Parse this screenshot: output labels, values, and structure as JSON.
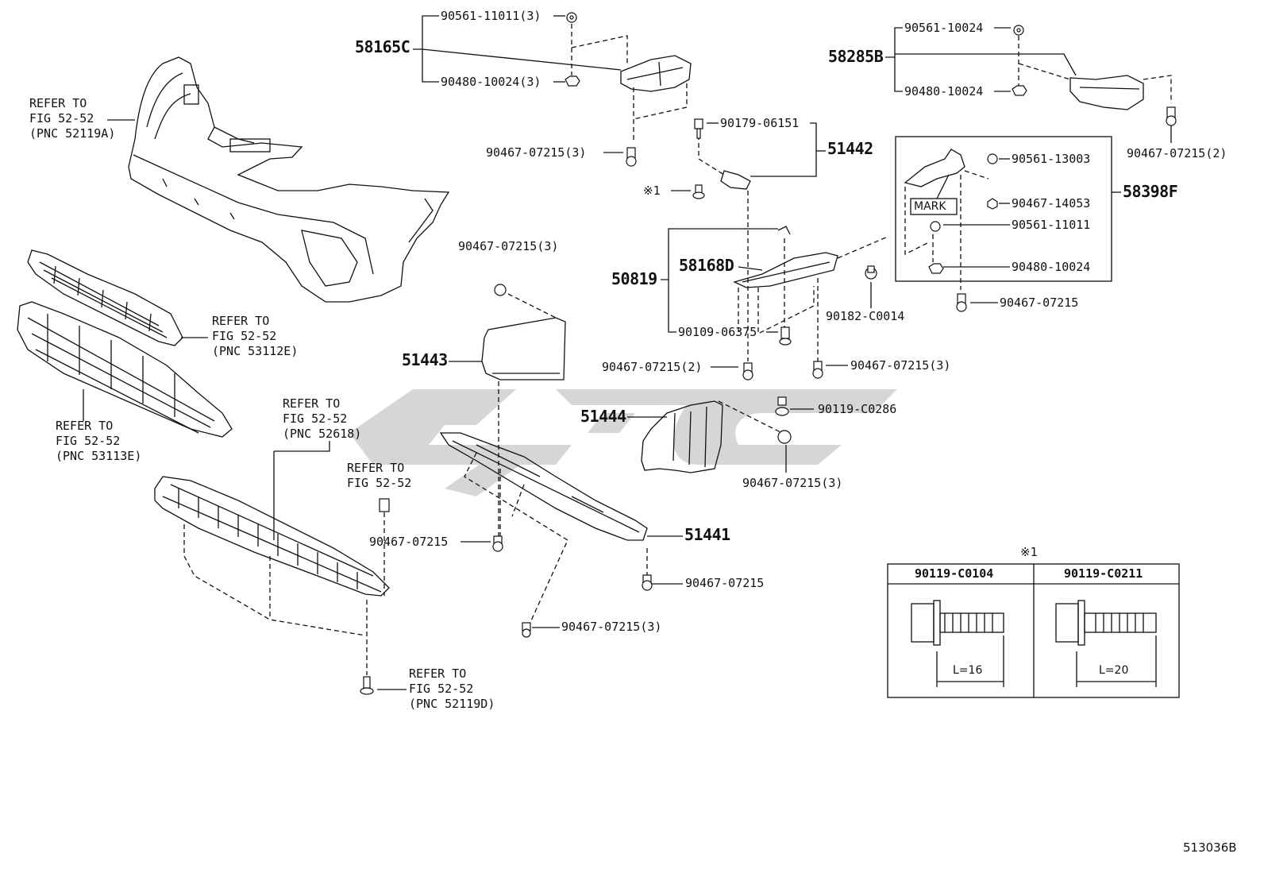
{
  "watermark": {
    "color": "#c9c9c9",
    "name": "watermark-logo"
  },
  "diagram_code": "513036B",
  "assemblies": {
    "a58165C": "58165C",
    "a58285B": "58285B",
    "a51442": "51442",
    "a50819": "50819",
    "a58168D": "58168D",
    "a58398F": "58398F",
    "a51443": "51443",
    "a51444": "51444",
    "a51441": "51441"
  },
  "parts": {
    "p1": "90561-11011(3)",
    "p2": "90480-10024(3)",
    "p3": "90467-07215(3)",
    "p4": "90561-10024",
    "p5": "90480-10024",
    "p6": "90467-07215(2)",
    "p7": "90179-06151",
    "p8": "※1",
    "p9": "90561-13003",
    "p10": "90467-14053",
    "p11": "90561-11011",
    "p12": "90480-10024",
    "p13": "90467-07215",
    "p14": "90182-C0014",
    "p15": "90467-07215(3)",
    "p16": "90109-06375",
    "p17": "90467-07215(2)",
    "p18": "90467-07215(3)",
    "p19": "90119-C0286",
    "p20": "90467-07215(3)",
    "p21": "90467-07215",
    "p22": "90467-07215",
    "p23": "90467-07215(3)",
    "mark": "MARK"
  },
  "refs": {
    "r1": "REFER TO\nFIG 52-52\n(PNC 52119A)",
    "r2": "REFER TO\nFIG 52-52\n(PNC 53112E)",
    "r3": "REFER TO\nFIG 52-52\n(PNC 53113E)",
    "r4": "REFER TO\nFIG 52-52\n(PNC 52618)",
    "r5": "REFER TO\nFIG 52-52",
    "r6": "REFER TO\nFIG 52-52\n(PNC 52119D)"
  },
  "bolt_table": {
    "note": "※1",
    "columns": [
      "90119-C0104",
      "90119-C0211"
    ],
    "lengths": [
      "L=16",
      "L=20"
    ]
  }
}
